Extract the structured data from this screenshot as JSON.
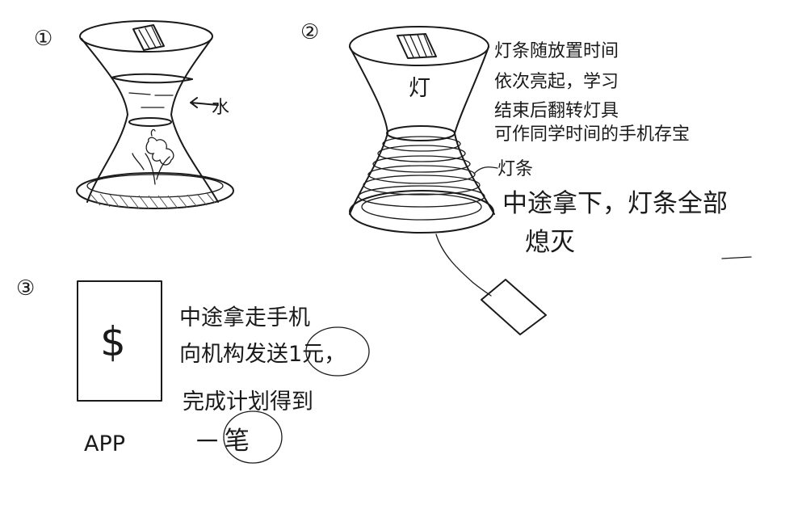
{
  "step_numbers": {
    "one": "①",
    "two": "②",
    "three": "③"
  },
  "sketch1": {
    "water_label": "水"
  },
  "sketch2": {
    "lamp_label": "灯",
    "notes": [
      "灯条随放置时间",
      "依次亮起，学习",
      "结束后翻转灯具",
      "可作同学时间的手机存宝"
    ],
    "strip_label": "灯条",
    "warning_line1": "中途拿下，灯条全部",
    "warning_line2": "熄灭"
  },
  "sketch3": {
    "phone_symbol": "$",
    "app_label": "APP",
    "notes": [
      "中途拿走手机",
      "向机构发送1元，",
      "完成计划得到"
    ],
    "reward_prefix": "一",
    "reward_word": "笔"
  },
  "colors": {
    "ink": "#1a1a1a",
    "hatch": "#555555",
    "background": "#ffffff"
  }
}
